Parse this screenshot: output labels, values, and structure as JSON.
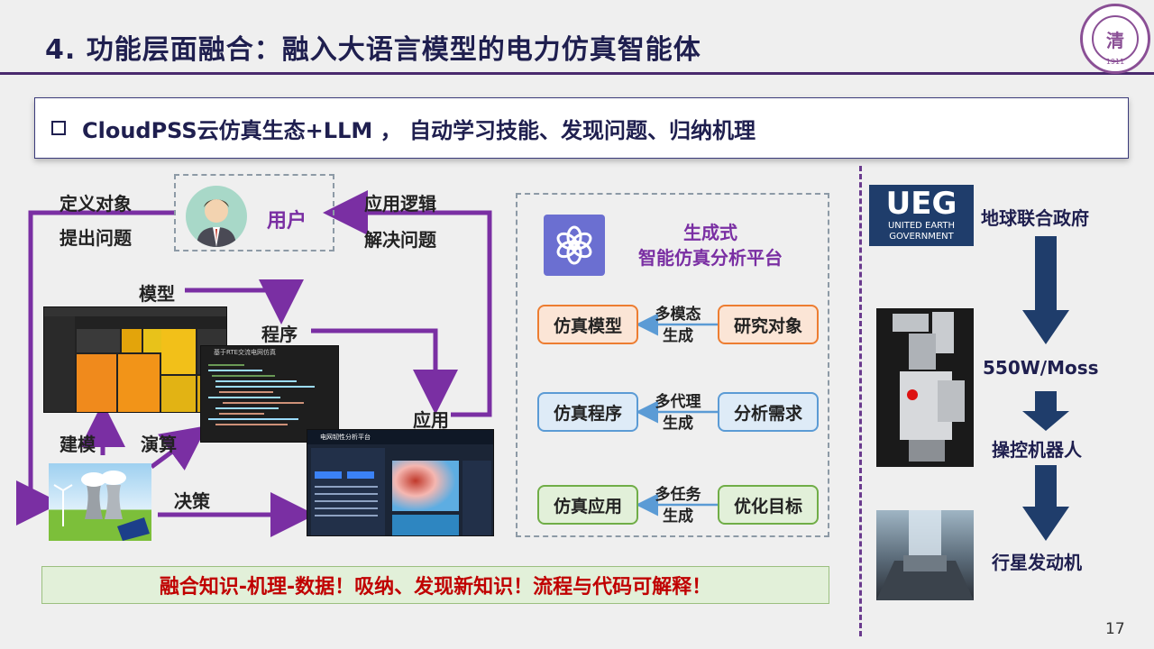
{
  "title": "4. 功能层面融合：融入大语言模型的电力仿真智能体",
  "logo": {
    "glyph": "清",
    "year": "1911"
  },
  "banner": "CloudPSS云仿真生态+LLM ， 自动学习技能、发现问题、归纳机理",
  "flow": {
    "define": "定义对象",
    "pose": "提出问题",
    "user": "用户",
    "apply_logic": "应用逻辑",
    "solve": "解决问题",
    "model": "模型",
    "program": "程序",
    "application": "应用",
    "build": "建模",
    "calc": "演算",
    "decide": "决策"
  },
  "screens": {
    "code_title": "基于RTE交流电网仿真",
    "app_title": "电网韧性分析平台"
  },
  "platform": {
    "title1": "生成式",
    "title2": "智能仿真分析平台",
    "rows": [
      {
        "left": "仿真模型",
        "mid1": "多模态",
        "mid2": "生成",
        "right": "研究对象"
      },
      {
        "left": "仿真程序",
        "mid1": "多代理",
        "mid2": "生成",
        "right": "分析需求"
      },
      {
        "left": "仿真应用",
        "mid1": "多任务",
        "mid2": "生成",
        "right": "优化目标"
      }
    ]
  },
  "bottom": "融合知识-机理-数据！吸纳、发现新知识！流程与代码可解释！",
  "right": {
    "ueg_big": "UEG",
    "ueg_l1": "UNITED EARTH",
    "ueg_l2": "GOVERNMENT",
    "gov": "地球联合政府",
    "moss": "550W/Moss",
    "robot": "操控机器人",
    "engine": "行星发动机"
  },
  "page": "17",
  "colors": {
    "purple": "#7a2fa3",
    "navy": "#1f3d6b",
    "red": "#c00000"
  }
}
